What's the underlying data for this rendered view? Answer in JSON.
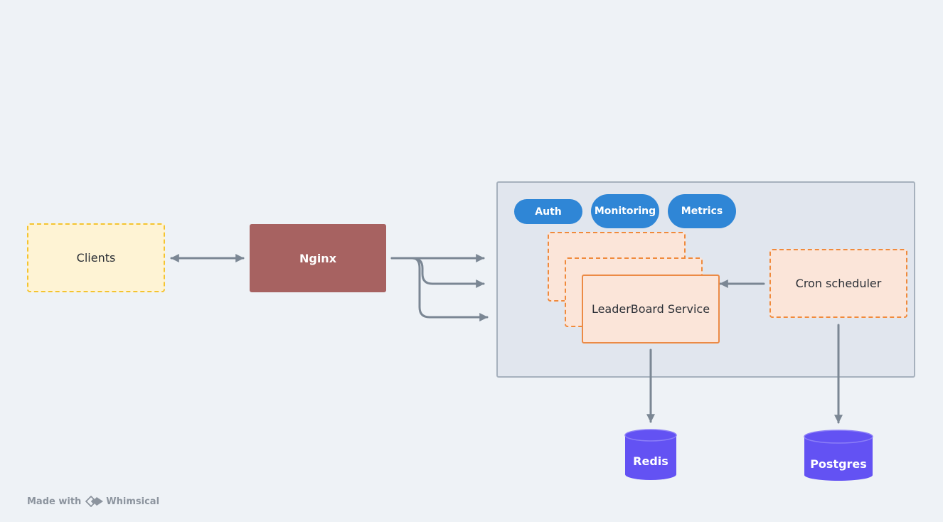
{
  "nodes": {
    "clients": "Clients",
    "nginx": "Nginx",
    "auth": "Auth",
    "monitoring": "Monitoring",
    "metrics": "Metrics",
    "leaderboard": "LeaderBoard Service",
    "cron": "Cron scheduler",
    "redis": "Redis",
    "postgres": "Postgres"
  },
  "footer": {
    "made_with": "Made with",
    "brand": "Whimsical"
  },
  "colors": {
    "background": "#eef2f6",
    "clients_fill": "#fef3d4",
    "clients_border": "#f4c430",
    "nginx_fill": "#a76261",
    "pill_fill": "#2f86d6",
    "service_fill": "#fbe5d9",
    "service_border": "#ec8a45",
    "database_fill": "#6352f3",
    "arrow": "#7b8794",
    "container_fill": "#e1e6ee"
  }
}
